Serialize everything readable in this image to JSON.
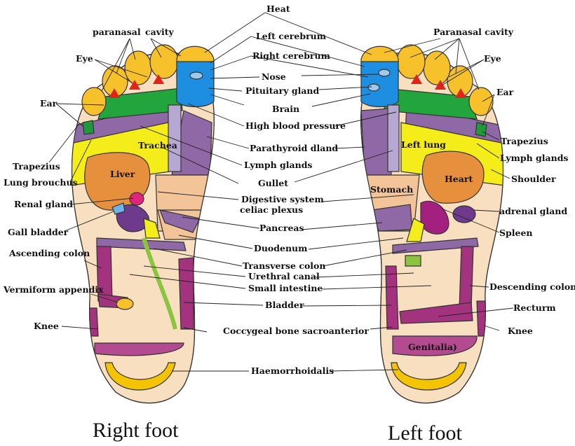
{
  "feet": {
    "right": "Right foot",
    "left": "Left foot"
  },
  "inner_labels": {
    "trachea": "Trachea",
    "liver": "Liver",
    "left_lung": "Left lung",
    "stomach": "Stomach",
    "heart": "Heart",
    "genitalia": "Genitalia)"
  },
  "center_labels": {
    "heat": "Heat",
    "left_cerebrum": "Left cerebrum",
    "right_cerebrum": "Right cerebrum",
    "nose": "Nose",
    "pituitary": "Pituitary gland",
    "brain": "Brain",
    "hbp": "High blood pressure",
    "parathyroid": "Parathyroid dland",
    "lymph": "Lymph glands",
    "gullet": "Gullet",
    "digestive": "Digestive system",
    "celiac": "celiac plexus",
    "pancreas": "Pancreas",
    "duodenum": "Duodenum",
    "transverse": "Transverse colon",
    "urethral": "Urethral canal",
    "small_int": "Small intestine",
    "bladder": "Bladder",
    "coccygeal": "Coccygeal bone sacroanterior",
    "haemo": "Haemorrhoidalis"
  },
  "left_side_labels": {
    "paranasal": "paranasal",
    "cavity": "cavity",
    "eye": "Eye",
    "ear": "Ear",
    "trapezius": "Trapezius",
    "lung_bronchus": "Lung brouchus",
    "renal": "Renal gland",
    "gall": "Gall bladder",
    "ascending": "Ascending colon",
    "vermiform": "Vermiform appendix",
    "knee": "Knee"
  },
  "right_side_labels": {
    "paranasal_cavity": "Paranasal cavity",
    "eye": "Eye",
    "ear": "Ear",
    "trapezius": "Trapezius",
    "lymph": "Lymph glands",
    "shoulder": "Shoulder",
    "adrenal": "adrenal gland",
    "spleen": "Spleen",
    "descending": "Descending colon",
    "recturm": "Recturm",
    "knee": "Knee"
  },
  "colors": {
    "skin": "#f8dfc0",
    "toe": "#f7c12b",
    "brain": "#1e8fe0",
    "green": "#22a53c",
    "purple": "#8f68a6",
    "yellow": "#f5ed1a",
    "orange": "#e6903e",
    "peach": "#f3c497",
    "magenta": "#a3337f",
    "red": "#e2231a"
  }
}
